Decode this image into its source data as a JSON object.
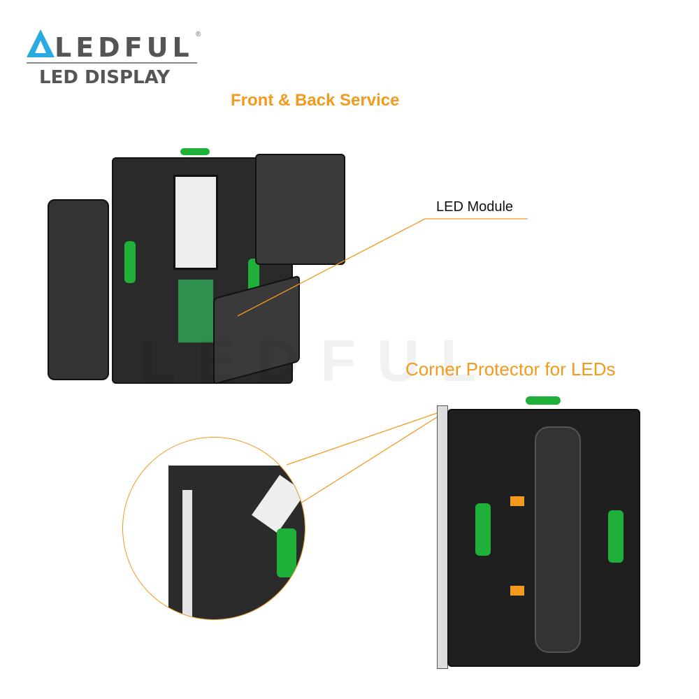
{
  "logo": {
    "brand": "LEDFUL",
    "registered": "®",
    "subtitle": "LED DISPLAY"
  },
  "headings": {
    "front_back": "Front & Back Service",
    "led_module": "LED Module",
    "corner_protector": "Corner Protector for LEDs"
  },
  "colors": {
    "accent": "#f39a1e",
    "logo_blue": "#29abe2",
    "logo_gray": "#555555",
    "handle_green": "#1fb03a"
  }
}
